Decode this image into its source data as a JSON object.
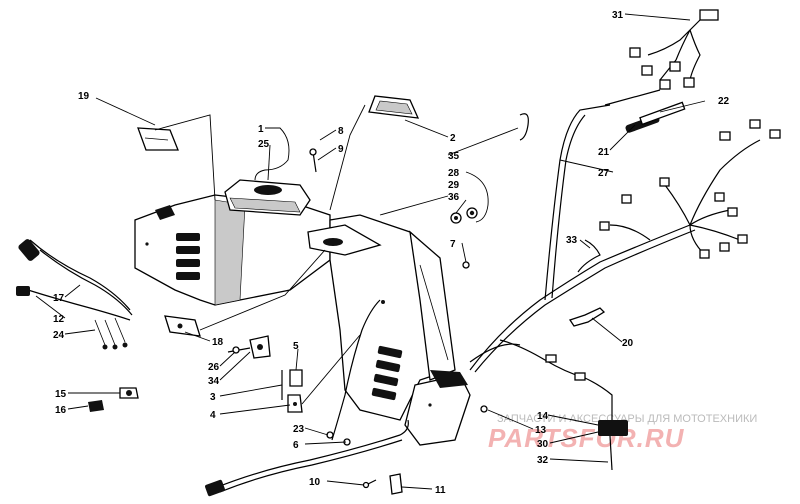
{
  "callouts": [
    {
      "id": "c1",
      "label": "1"
    },
    {
      "id": "c2",
      "label": "2"
    },
    {
      "id": "c3",
      "label": "3"
    },
    {
      "id": "c4",
      "label": "4"
    },
    {
      "id": "c5",
      "label": "5"
    },
    {
      "id": "c6",
      "label": "6"
    },
    {
      "id": "c7",
      "label": "7"
    },
    {
      "id": "c8",
      "label": "8"
    },
    {
      "id": "c9",
      "label": "9"
    },
    {
      "id": "c10",
      "label": "10"
    },
    {
      "id": "c11",
      "label": "11"
    },
    {
      "id": "c12",
      "label": "12"
    },
    {
      "id": "c13",
      "label": "13"
    },
    {
      "id": "c14",
      "label": "14"
    },
    {
      "id": "c15",
      "label": "15"
    },
    {
      "id": "c16",
      "label": "16"
    },
    {
      "id": "c17",
      "label": "17"
    },
    {
      "id": "c18",
      "label": "18"
    },
    {
      "id": "c19",
      "label": "19"
    },
    {
      "id": "c20",
      "label": "20"
    },
    {
      "id": "c21",
      "label": "21"
    },
    {
      "id": "c22",
      "label": "22"
    },
    {
      "id": "c23",
      "label": "23"
    },
    {
      "id": "c24",
      "label": "24"
    },
    {
      "id": "c25",
      "label": "25"
    },
    {
      "id": "c26",
      "label": "26"
    },
    {
      "id": "c27",
      "label": "27"
    },
    {
      "id": "c28",
      "label": "28"
    },
    {
      "id": "c29",
      "label": "29"
    },
    {
      "id": "c30",
      "label": "30"
    },
    {
      "id": "c31",
      "label": "31"
    },
    {
      "id": "c32",
      "label": "32"
    },
    {
      "id": "c33",
      "label": "33"
    },
    {
      "id": "c34",
      "label": "34"
    },
    {
      "id": "c35",
      "label": "35"
    },
    {
      "id": "c36",
      "label": "36"
    }
  ],
  "watermark": {
    "text": "ЗАПЧАСТИ И АКСЕССУАРЫ ДЛЯ МОТОТЕХНИКИ",
    "logo": "PARTSFOR.RU"
  }
}
